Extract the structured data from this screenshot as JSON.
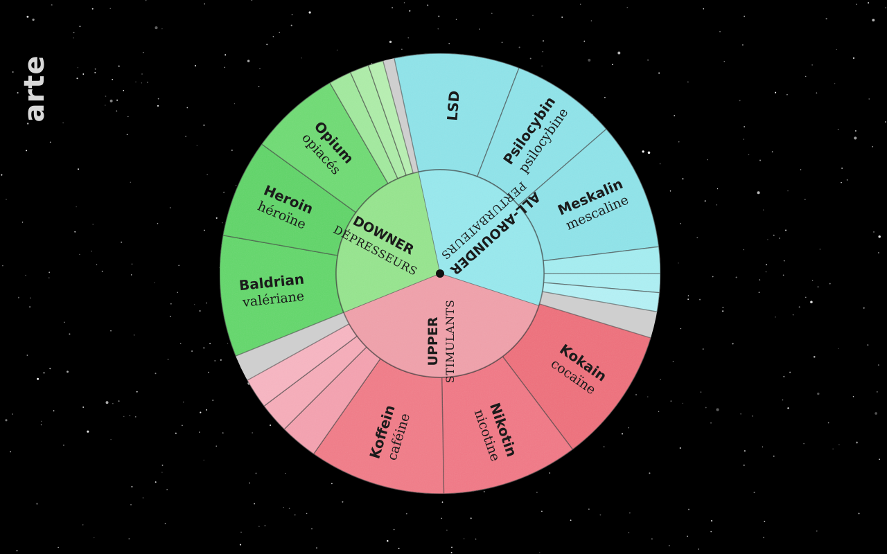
{
  "channel_logo": {
    "text": "arte",
    "color": "#d9d9d9"
  },
  "wheel": {
    "categories": [
      {
        "id": "all-arounder",
        "name": "ALL-AROUNDER",
        "translation": "PERTURBATEURS",
        "color_outer": "#8fe4ea",
        "color_inner": "#98e9ee",
        "items": [
          {
            "name": "LSD",
            "translation": ""
          },
          {
            "name": "Psilocybin",
            "translation": "psilocybine"
          },
          {
            "name": "Meskalin",
            "translation": "mescaline"
          },
          {
            "name": "",
            "translation": ""
          },
          {
            "name": "",
            "translation": ""
          },
          {
            "name": "",
            "translation": ""
          }
        ]
      },
      {
        "id": "upper",
        "name": "UPPER",
        "translation": "STIMULANTS",
        "color_outer": "#ef6f7b",
        "color_inner": "#f1a1ab",
        "items": [
          {
            "name": "Kokain",
            "translation": "cocaïne"
          },
          {
            "name": "Nikotin",
            "translation": "nicotine"
          },
          {
            "name": "Koffein",
            "translation": "caféine"
          },
          {
            "name": "",
            "translation": ""
          },
          {
            "name": "",
            "translation": ""
          },
          {
            "name": "",
            "translation": ""
          }
        ]
      },
      {
        "id": "downer",
        "name": "DOWNER",
        "translation": "DÉPRESSEURS",
        "color_outer": "#62d86a",
        "color_inner": "#96e58e",
        "items": [
          {
            "name": "Baldrian",
            "translation": "valériane"
          },
          {
            "name": "Heroin",
            "translation": "héroïne"
          },
          {
            "name": "Opium",
            "translation": "opiacés"
          },
          {
            "name": "",
            "translation": ""
          },
          {
            "name": "",
            "translation": ""
          },
          {
            "name": "",
            "translation": ""
          }
        ]
      }
    ]
  }
}
